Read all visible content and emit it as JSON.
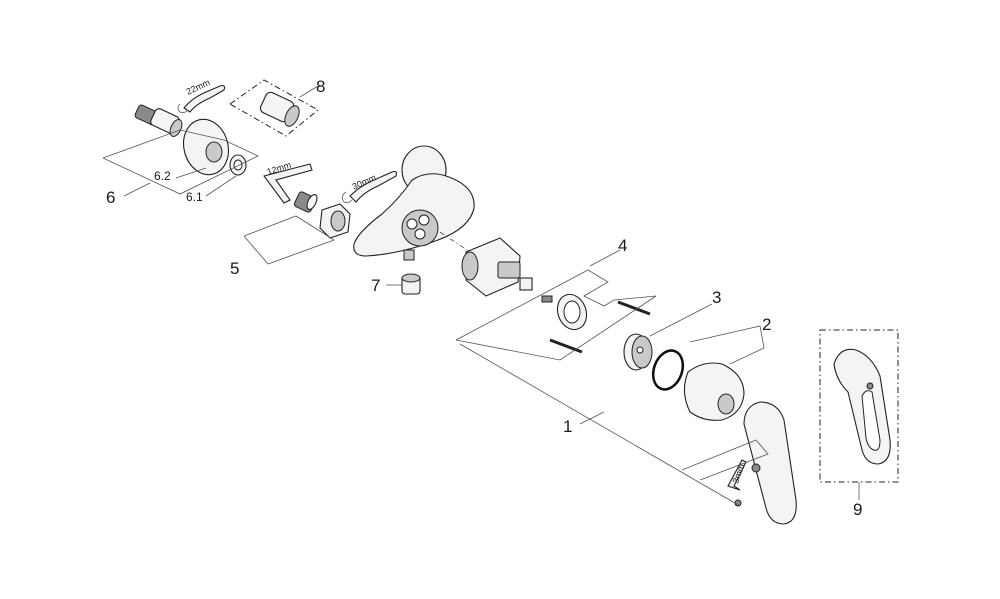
{
  "callouts": {
    "c1": "1",
    "c2": "2",
    "c3": "3",
    "c4": "4",
    "c5": "5",
    "c6": "6",
    "c6_1": "6.1",
    "c6_2": "6.2",
    "c7": "7",
    "c8": "8",
    "c9": "9"
  },
  "dimensions": {
    "wrench_22": "22mm",
    "hex_12": "12mm",
    "wrench_30": "30mm",
    "hex_3": "3mm"
  },
  "colors": {
    "line": "#222222",
    "fill_light": "#f4f4f4",
    "fill_dark": "#8a8a8a"
  }
}
